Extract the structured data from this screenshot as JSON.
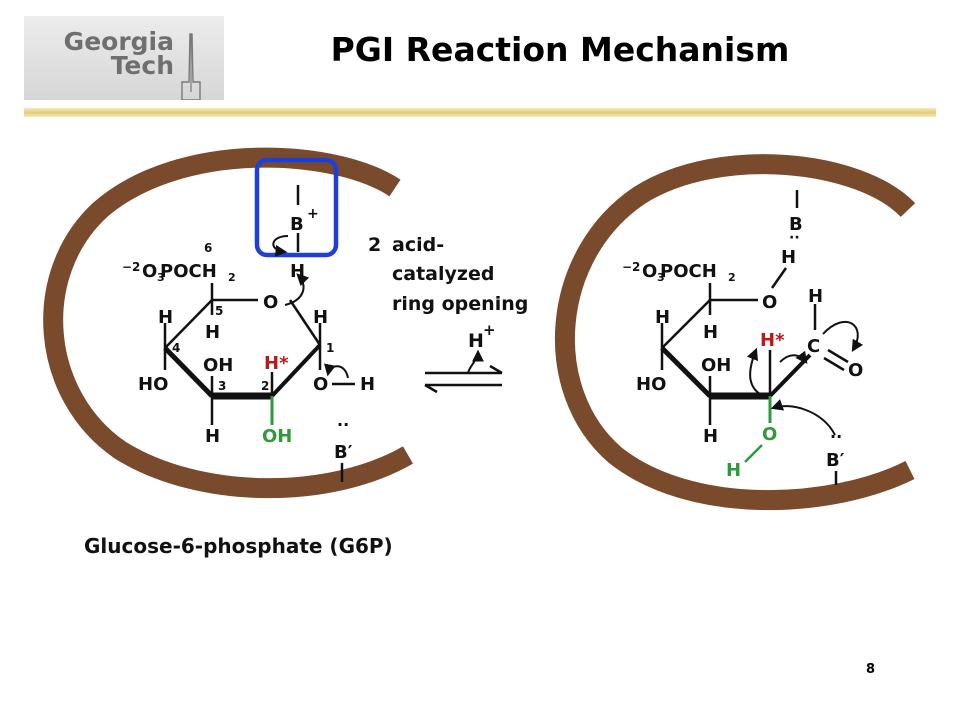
{
  "header": {
    "logo_line1": "Georgia",
    "logo_line2": "Tech",
    "title": "PGI Reaction Mechanism"
  },
  "diagram": {
    "step_number": "2",
    "step_line1": "acid-",
    "step_line2": "catalyzed",
    "step_line3": "ring opening",
    "proton": "H",
    "plus": "+",
    "left": {
      "phosphate_charge": "−2",
      "phosphate_o": "O",
      "phosphate_sub": "3",
      "phosphate_rest": " POCH",
      "phosphate_sub2": "2",
      "c6_label": "6",
      "c5_label": "5",
      "c4_label": "4",
      "c3_label": "3",
      "c2_label": "2",
      "c1_label": "1",
      "ring_o": "O",
      "h_c5": "H",
      "h_c4_up": "H",
      "h_c1_up": "H",
      "oh_c3": "OH",
      "h_star": "H*",
      "ho_c4": "HO",
      "o_c1": "O",
      "h_o1": "H",
      "h_c3_down": "H",
      "oh_c2": "OH",
      "base_top": "B",
      "base_top_charge": "+",
      "base_h": "H",
      "base_bottom": "B′",
      "lone_pair": "··"
    },
    "right": {
      "base_top": "B",
      "base_h": "H",
      "phosphate_charge": "−2",
      "phosphate_o": "O",
      "phosphate_sub": "3",
      "phosphate_rest": " POCH",
      "phosphate_sub2": "2",
      "ring_o": "O",
      "h_c5": "H",
      "h_c4_up": "H",
      "oh_c3": "OH",
      "h_star": "H*",
      "ho_c4": "HO",
      "h_c1": "H",
      "c1": "C",
      "o_c1": "O",
      "h_c3_down": "H",
      "o_c2": "O",
      "h_o2": "H",
      "base_bottom": "B′",
      "lone_pair": "··"
    },
    "caption": "Glucose-6-phosphate (G6P)"
  },
  "colors": {
    "enzyme": "#7a4a2c",
    "highlight_box": "#1f3fd9",
    "red_atom": "#c0161b",
    "green_atom": "#2f9a3c",
    "rule": "#e2cc7c"
  },
  "footer": {
    "page_number": "8"
  }
}
